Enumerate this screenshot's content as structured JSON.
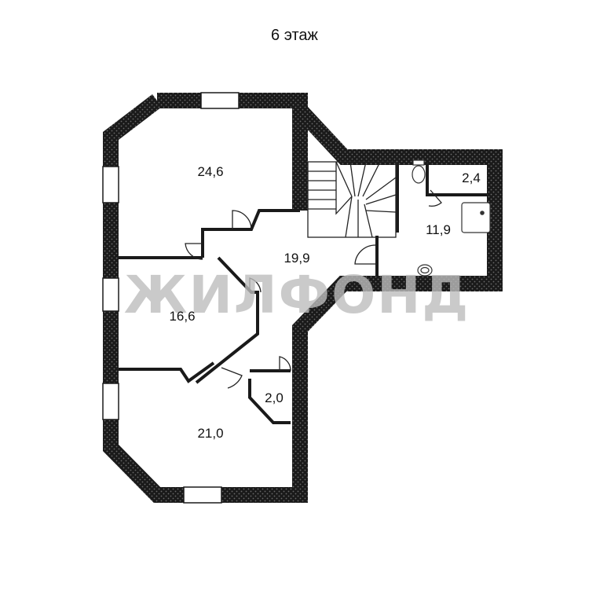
{
  "floor": {
    "title": "6 этаж"
  },
  "rooms": [
    {
      "id": "room-1",
      "area": "24,6"
    },
    {
      "id": "room-2",
      "area": "19,9"
    },
    {
      "id": "room-3",
      "area": "16,6"
    },
    {
      "id": "room-4",
      "area": "21,0"
    },
    {
      "id": "room-5",
      "area": "2,0"
    },
    {
      "id": "room-6",
      "area": "11,9"
    },
    {
      "id": "room-7",
      "area": "2,4"
    }
  ],
  "watermark": {
    "text": "ЖИЛФОНД"
  },
  "colors": {
    "wall": "#1a1a1a",
    "hatch": "#5a5a5a",
    "line": "#222222",
    "watermark": "#bdbdbd"
  }
}
